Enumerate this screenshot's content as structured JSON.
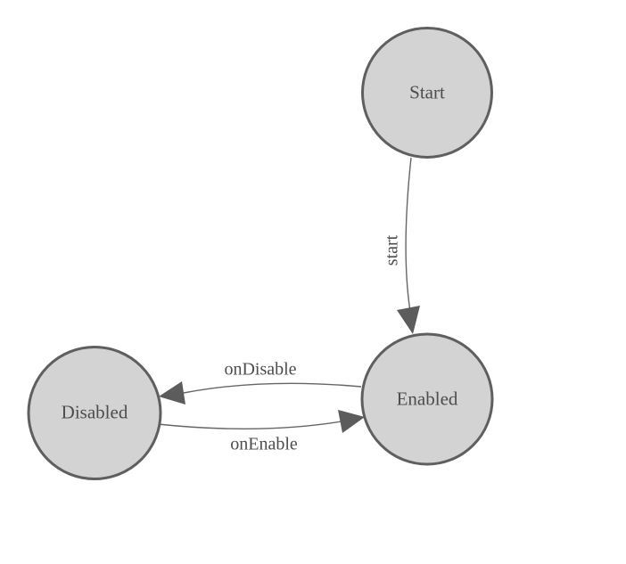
{
  "diagram": {
    "type": "state-diagram",
    "background_color": "#ffffff",
    "node_fill_color": "#d3d3d3",
    "node_stroke_color": "#5f5f5f",
    "edge_line_color": "#666666",
    "arrow_fill_color": "#5c5c5c",
    "label_color": "#4d4d4d",
    "nodes": [
      {
        "id": "start",
        "label": "Start"
      },
      {
        "id": "enabled",
        "label": "Enabled"
      },
      {
        "id": "disabled",
        "label": "Disabled"
      }
    ],
    "edges": [
      {
        "from": "start",
        "to": "enabled",
        "label": "start"
      },
      {
        "from": "enabled",
        "to": "disabled",
        "label": "onDisable"
      },
      {
        "from": "disabled",
        "to": "enabled",
        "label": "onEnable"
      }
    ]
  }
}
